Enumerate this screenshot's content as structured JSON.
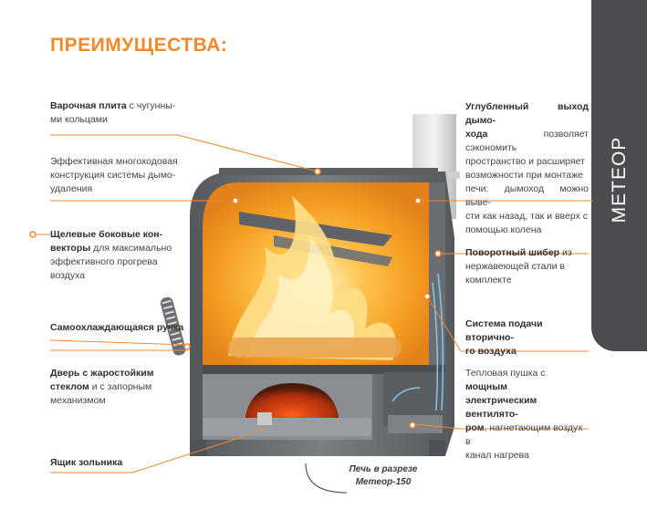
{
  "heading": "ПРЕИМУЩЕСТВА:",
  "side_tab": "МЕТЕОР",
  "caption": [
    "Печь в разрезе",
    "Метеор-150"
  ],
  "colors": {
    "accent": "#f08a2c",
    "tab": "#4a4c4f",
    "fire": "#f5a623",
    "steel": "#6a6e73"
  },
  "left_callouts": [
    {
      "bold": "Варочная плита",
      "text": " с чугунны-\nми кольцами"
    },
    {
      "bold": "",
      "text": "Эффективная многоходовая\nконструкция системы дымо-\nудаления"
    },
    {
      "bold": "Щелевые боковые кон-\nвекторы",
      "text": " для максимально\nэффективного прогрева\nвоздуха"
    },
    {
      "bold": "Самоохлаждающаяся ручка",
      "text": ""
    },
    {
      "bold": "Дверь с жаростойким\nстеклом",
      "text": " и с запорным\nмеханизмом"
    },
    {
      "bold": "Ящик зольника",
      "text": ""
    }
  ],
  "right_callouts": [
    {
      "bold": "Углубленный выход дымо-\nхода",
      "text": " позволяет сэкономить\nпространство и расширяет\nвозможности при монтаже\nпечи: дымоход можно выве-\nсти как назад, так и вверх с\nпомощью колена"
    },
    {
      "bold": "Поворотный шибер",
      "text": " из\nнержавеющей стали в\nкомплекте"
    },
    {
      "bold": "Система подачи вторично-\nго воздуха",
      "text": ""
    },
    {
      "text_pre": "Тепловая пушка с ",
      "bold": "мощным\nэлектрическим вентилято-\nром",
      "text": ", нагнетающим воздух в\nканал нагрева"
    }
  ]
}
